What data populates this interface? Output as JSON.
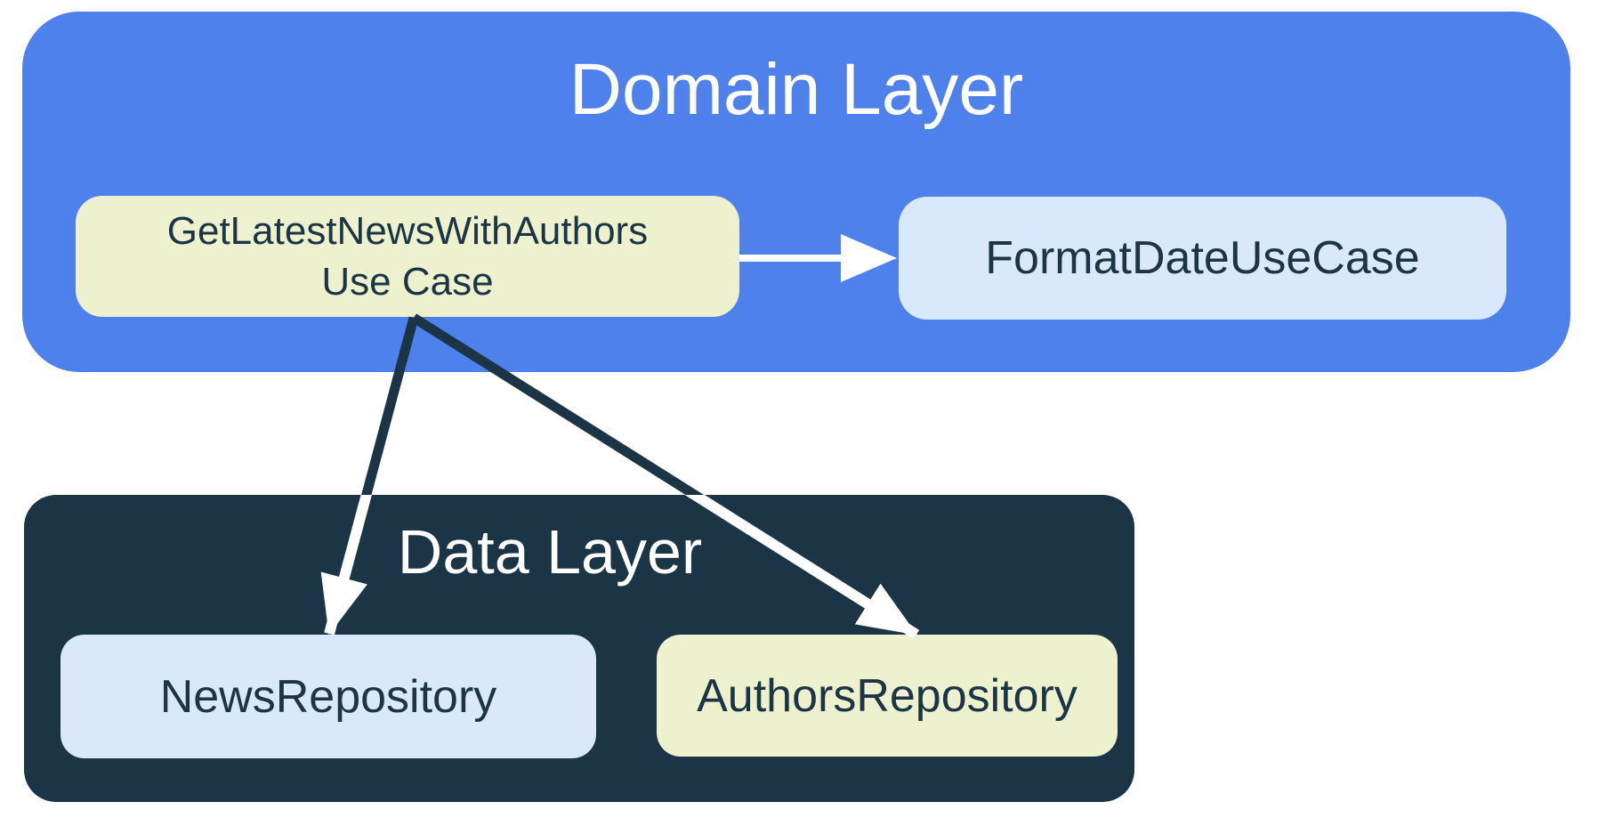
{
  "diagram": {
    "layers": {
      "domain": {
        "title": "Domain Layer",
        "fill": "#4E81EB",
        "title_color": "#FFFFFF",
        "nodes": [
          {
            "id": "get-latest-news-with-authors-use-case",
            "lines": [
              "GetLatestNewsWithAuthors",
              "Use Case"
            ],
            "fill": "#EDF1CE",
            "text_color": "#1C3546"
          },
          {
            "id": "format-date-use-case",
            "label": "FormatDateUseCase",
            "fill": "#D9E8FC",
            "text_color": "#1C3546"
          }
        ]
      },
      "data": {
        "title": "Data Layer",
        "fill": "#1C3546",
        "title_color": "#FFFFFF",
        "nodes": [
          {
            "id": "news-repository",
            "label": "NewsRepository",
            "fill": "#D9E8FC",
            "text_color": "#1C3546"
          },
          {
            "id": "authors-repository",
            "label": "AuthorsRepository",
            "fill": "#EDF1CE",
            "text_color": "#1C3546"
          }
        ]
      }
    },
    "edges": [
      {
        "from": "GetLatestNewsWithAuthors Use Case",
        "to": "FormatDateUseCase",
        "arrow_color": "#FFFFFF"
      },
      {
        "from": "GetLatestNewsWithAuthors Use Case",
        "to": "NewsRepository",
        "arrow_color": "#1C3546 outside Data Layer, #FFFFFF inside"
      },
      {
        "from": "GetLatestNewsWithAuthors Use Case",
        "to": "AuthorsRepository",
        "arrow_color": "#1C3546 outside Data Layer, #FFFFFF inside"
      }
    ],
    "colors": {
      "background": "#FFFFFF",
      "domain_blue": "#4E81EB",
      "dark_navy": "#1C3546",
      "pale_yellow_green": "#EDF1CE",
      "pale_blue": "#D9E8FC",
      "arrow_white": "#FFFFFF"
    }
  }
}
